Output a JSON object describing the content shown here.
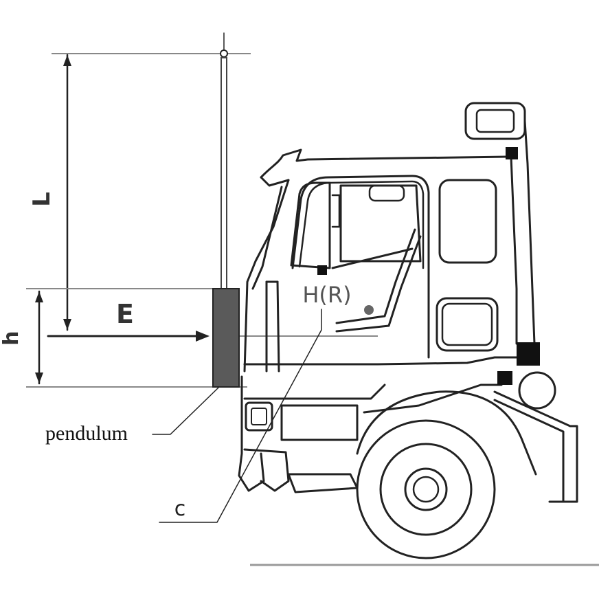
{
  "labels": {
    "length": "L",
    "height": "h",
    "energy": "E",
    "r_point": "H(R)",
    "pendulum": "pendulum",
    "c_point": "c"
  },
  "colors": {
    "line": "#222222",
    "pendulum_fill": "#5a5a5a",
    "marker": "#111111",
    "r_dot": "#666666"
  }
}
